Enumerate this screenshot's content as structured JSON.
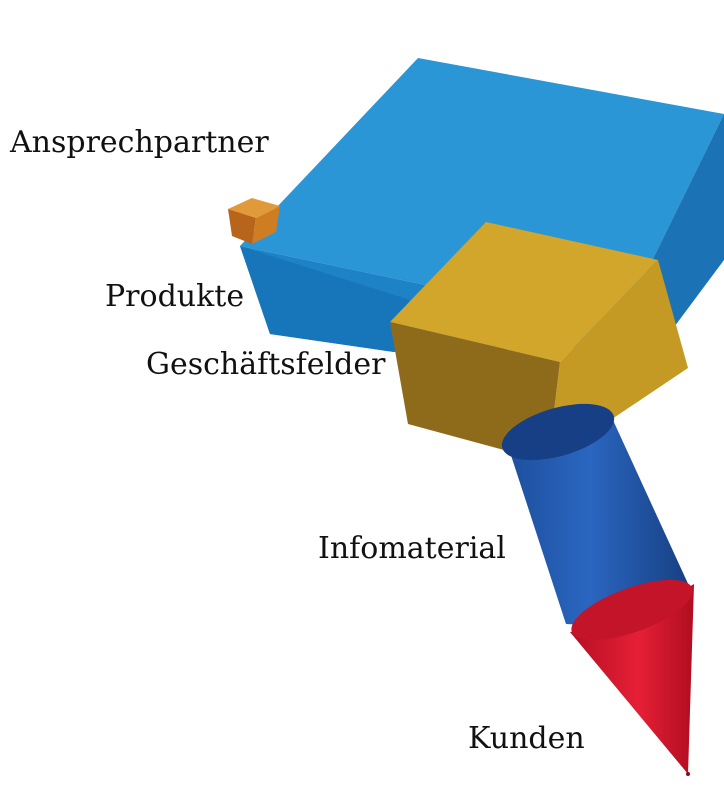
{
  "labels": {
    "ansprechpartner": "Ansprechpartner",
    "produkte": "Produkte",
    "geschaeftsfelder": "Geschäftsfelder",
    "infomaterial": "Infomaterial",
    "kunden": "Kunden"
  },
  "colors": {
    "small_cube": "#c8781e",
    "large_block": "#1f86c8",
    "medium_cube": "#c9a024",
    "cylinder": "#1f55a8",
    "cone": "#d8172e"
  }
}
